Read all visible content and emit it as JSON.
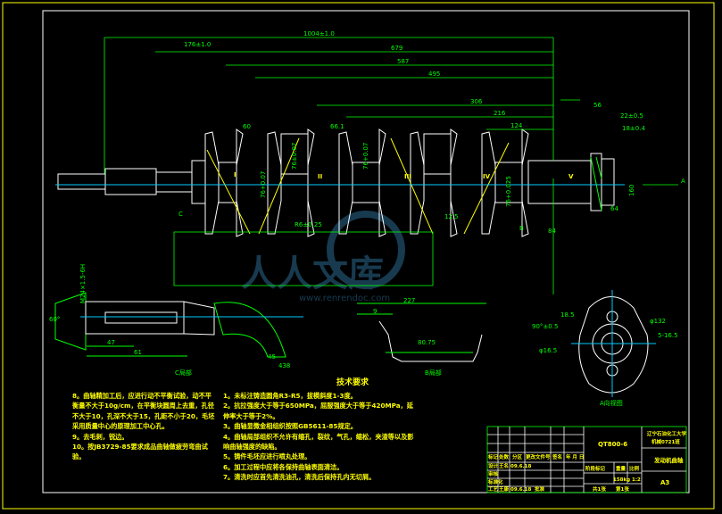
{
  "drawing": {
    "dimensions": {
      "overall": "1004±1.0",
      "d679": "679",
      "d587": "587",
      "d495": "495",
      "d306": "306",
      "d216": "216",
      "d124": "124",
      "d176": "176±1.0",
      "d56": "56",
      "d22": "22±0.5",
      "d18": "18±0.4",
      "d64": "64",
      "d84": "84",
      "d60": "60",
      "d66": "66.1",
      "r6": "R6±0.25",
      "d12_5": "12.5",
      "d76a": "76+0.07",
      "d76b": "76±0.07",
      "d76c": "76+0.07",
      "d76d": "76+0.025",
      "d160": "160"
    },
    "journal_labels": [
      "I",
      "II",
      "III",
      "IV",
      "V"
    ],
    "section_labels": {
      "c": "C",
      "a": "A",
      "b": "B"
    },
    "detail": {
      "d47": "47",
      "d61": "61",
      "m24": "M24×1.5-6H",
      "angle60": "60°",
      "d45": "45",
      "d438": "438",
      "d227": "227",
      "d9": "9",
      "d80": "80.75",
      "d18_5": "18.5",
      "d90": "90°±0.5",
      "d132": "φ132",
      "d5": "5-16.5",
      "d16": "φ16.5"
    },
    "view_titles": {
      "c_view": "C局部",
      "b_view": "B局部",
      "a_view": "A向视图"
    },
    "watermark": "人人文库",
    "watermark_url": "www.renrendoc.com"
  },
  "requirements": {
    "title": "技术要求",
    "right": [
      "1。未标注铸造圆角R3-R5，拔模斜度1-3度。",
      "2。抗拉强度大于等于650MPa，屈服强度大于等于420MPa，延伸率大于等于2%。",
      "3。曲轴显微金相组织按照GB5611-85规定。",
      "4。曲轴局部组织不允许有缩孔，裂纹，气孔，缩松，夹渣等以及影响曲轴强度的缺陷。",
      "5。铸件毛坯应进行喷丸处理。",
      "6。加工过程中应将各保持曲轴表面清洁。",
      "7。清洗时应首先清洗油孔，清洗后保持孔内无切屑。"
    ],
    "left": [
      "8。曲轴精加工后，应进行动不平衡试验，动不平衡量不大于10g/cm，在平衡块圆周上去重，孔径不大于10，孔深不大于15，孔距不小于20，毛坯采用质量中心的原理加工中心孔。",
      "9。去毛刺，锐边。",
      "10。按JB3729-85要求成品曲轴做疲劳弯曲试验。"
    ]
  },
  "title_block": {
    "material": "QT800-6",
    "school": "辽宁石油化工大学",
    "class": "机械0721班",
    "part_name": "发动机曲轴",
    "drawing_no": "A3",
    "headers": [
      "标记",
      "处数",
      "分区",
      "更改文件号",
      "签名",
      "年 月 日"
    ],
    "design": "设计",
    "designer": "王名",
    "date": "09.6.18",
    "standard": "标准化",
    "review": "审核",
    "process": "工艺",
    "approve": "批准",
    "stage": "阶段标记",
    "weight": "重量",
    "scale_label": "比例",
    "weight_value": "158kg",
    "scale": "1:2",
    "sheets": "共1张",
    "sheet": "第1张",
    "approver": "王康",
    "app_date": "09.6.18",
    "approve_sign": "批准"
  }
}
